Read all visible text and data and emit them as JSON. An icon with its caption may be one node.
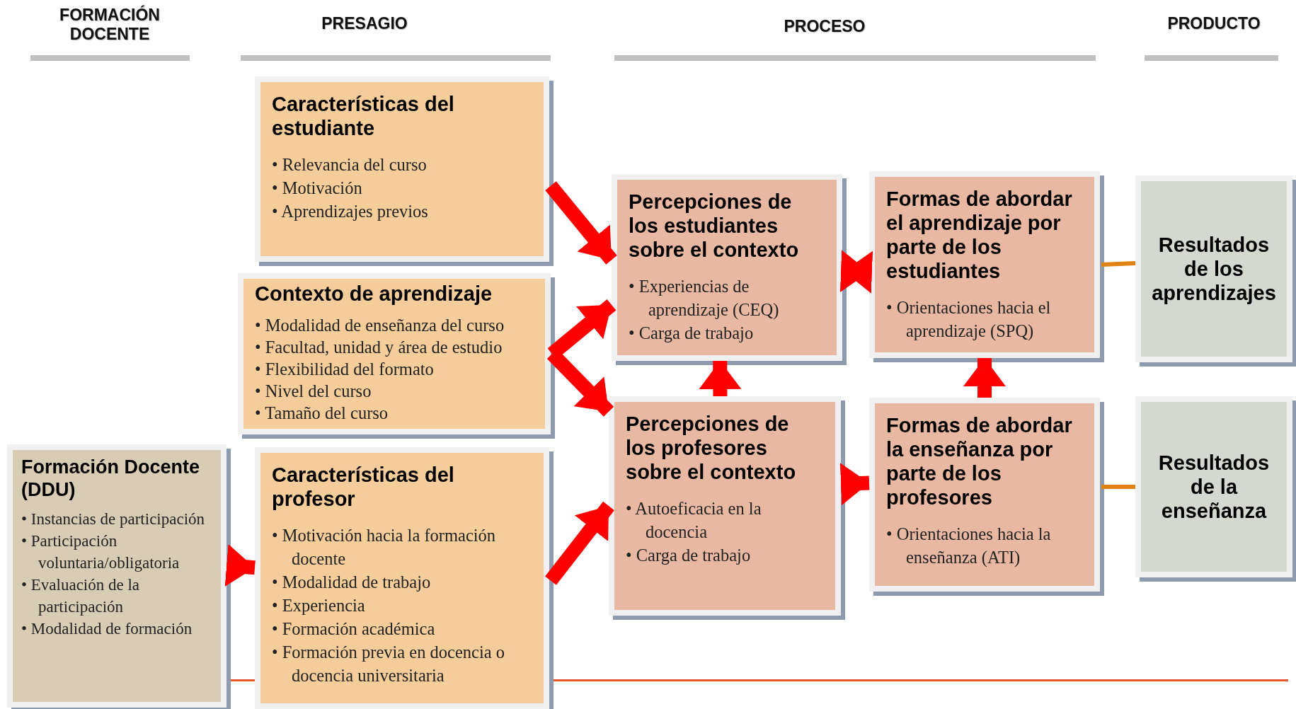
{
  "diagram": {
    "nodes": [
      {
        "text": [
          "Formación Docente (DDU)",
          "• Instancias de participación",
          "• Participación voluntaria/obligatoria",
          "• Evaluación de la participación",
          "• Modalidad de formación"
        ]
      },
      {
        "text": [
          "Características del estudiante",
          "• Relevancia del curso",
          "• Motivación",
          "• Aprendizajes previos"
        ]
      },
      {
        "text": [
          "Contexto de aprendizaje",
          "• Modalidad de enseñanza del curso",
          "• Facultad, unidad y área de estudio",
          "• Flexibilidad del formato",
          "• Nivel del curso",
          "• Tamaño del curso"
        ]
      },
      {
        "text": [
          "Características del profesor",
          "• Motivación hacia la formación docente",
          "• Modalidad de trabajo",
          "• Experiencia",
          "• Formación académica",
          "• Formación previa en docencia o docencia universitaria"
        ]
      },
      {
        "text": [
          "Percepciones de los estudiantes sobre el contexto",
          "• Experiencias de aprendizaje (CEQ)",
          "• Carga de trabajo"
        ]
      },
      {
        "text": [
          "Percepciones de los profesores sobre el contexto",
          "• Autoeficacia en la docencia",
          "• Carga de trabajo"
        ]
      },
      {
        "text": [
          "Formas de abordar el aprendizaje por parte de los estudiantes",
          "• Orientaciones hacia el aprendizaje (SPQ)"
        ]
      },
      {
        "text": [
          "Formas de abordar la enseñanza por parte de los profesores",
          "• Orientaciones hacia la enseñanza (ATI)"
        ]
      },
      {
        "text": [
          "Resultados de los aprendizajes"
        ]
      },
      {
        "text": [
          "Resultados de la enseñanza"
        ]
      }
    ],
    "edges": [
      {
        "from": 0,
        "to": 3,
        "arrow": "to"
      },
      {
        "from": 1,
        "to": 4,
        "arrow": "to"
      },
      {
        "from": 2,
        "to": 4,
        "arrow": "to"
      },
      {
        "from": 2,
        "to": 5,
        "arrow": "to"
      },
      {
        "from": 3,
        "to": 5,
        "arrow": "to"
      },
      {
        "from": 4,
        "to": 6,
        "arrow": "both"
      },
      {
        "from": 5,
        "to": 4,
        "arrow": "to"
      },
      {
        "from": 5,
        "to": 7,
        "arrow": "to"
      },
      {
        "from": 7,
        "to": 6,
        "arrow": "to"
      },
      {
        "from": 6,
        "to": 8,
        "arrow": "none",
        "color": "#e08214"
      },
      {
        "from": 7,
        "to": 9,
        "arrow": "none",
        "color": "#e08214"
      }
    ],
    "labels": [
      "FORMACIÓN DOCENTE",
      "PRESAGIO",
      "PROCESO",
      "PRODUCTO"
    ]
  }
}
